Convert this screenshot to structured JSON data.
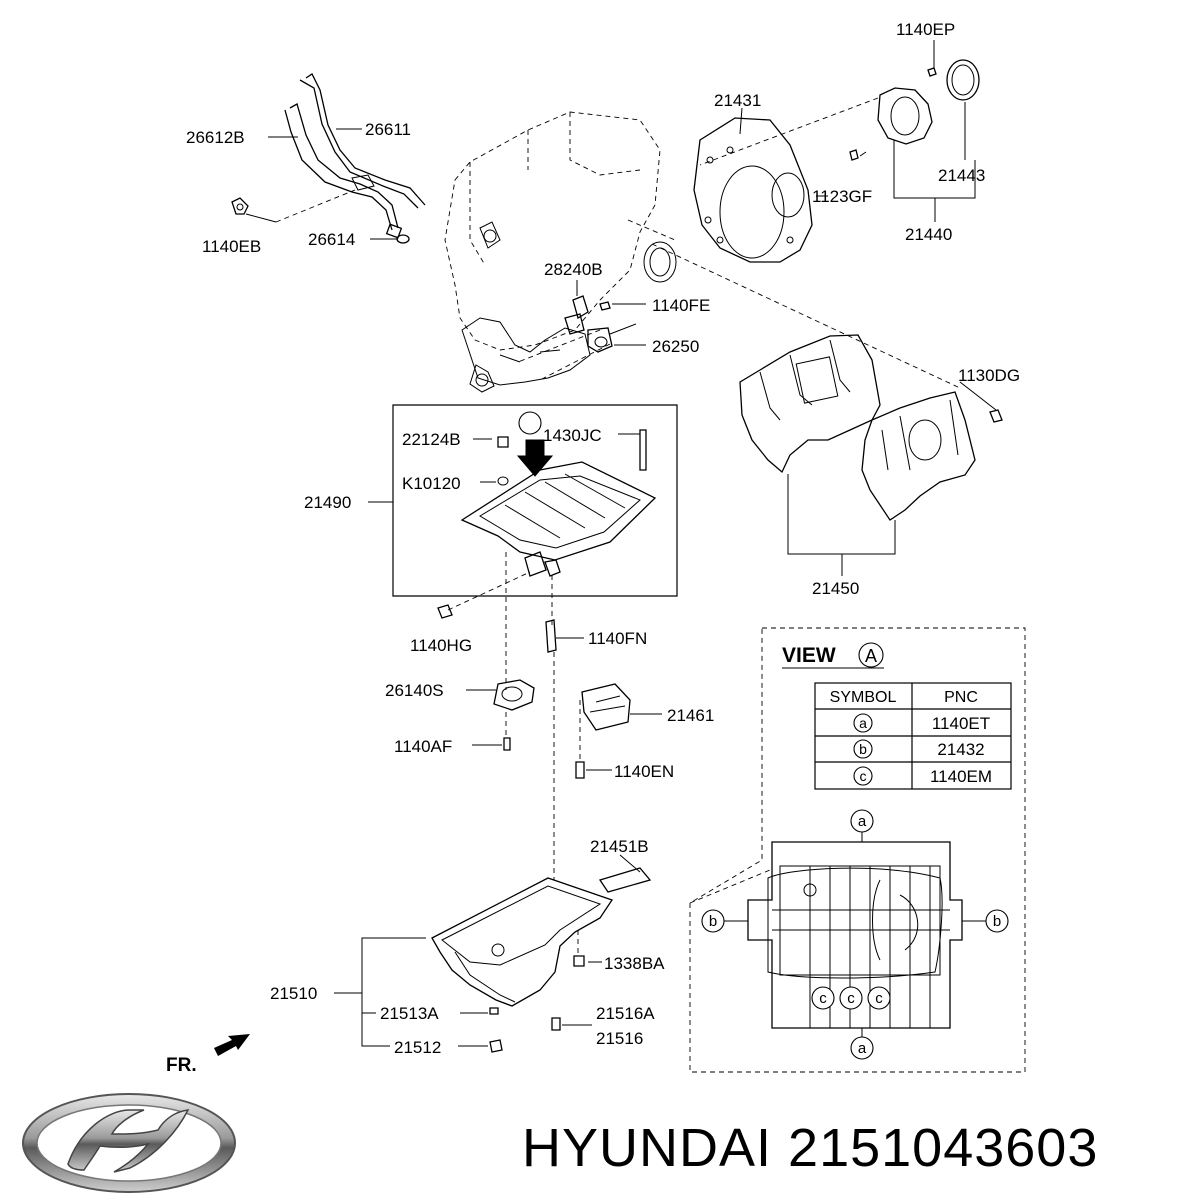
{
  "brand": {
    "name": "HYUNDAI",
    "part_number": "2151043603"
  },
  "direction_label": "FR.",
  "view": {
    "title": "VIEW",
    "marker": "A",
    "headers": [
      "SYMBOL",
      "PNC"
    ],
    "rows": [
      {
        "symbol": "a",
        "pnc": "1140ET"
      },
      {
        "symbol": "b",
        "pnc": "21432"
      },
      {
        "symbol": "c",
        "pnc": "1140EM"
      }
    ]
  },
  "callouts": {
    "p1140EP": "1140EP",
    "p21431": "21431",
    "p26612B": "26612B",
    "p26611": "26611",
    "p1123GF": "1123GF",
    "p21443": "21443",
    "p1140EB": "1140EB",
    "p26614": "26614",
    "p21440": "21440",
    "p28240B": "28240B",
    "p1140FE": "1140FE",
    "p26250": "26250",
    "p1130DG": "1130DG",
    "p22124B": "22124B",
    "p1430JC": "1430JC",
    "pK10120": "K10120",
    "p21490": "21490",
    "p21450": "21450",
    "p1140HG": "1140HG",
    "p1140FN": "1140FN",
    "p26140S": "26140S",
    "p21461": "21461",
    "p1140AF": "1140AF",
    "p1140EN": "1140EN",
    "p21451B": "21451B",
    "p1338BA": "1338BA",
    "p21510": "21510",
    "p21513A": "21513A",
    "p21516A": "21516A",
    "p21516": "21516",
    "p21512": "21512"
  }
}
